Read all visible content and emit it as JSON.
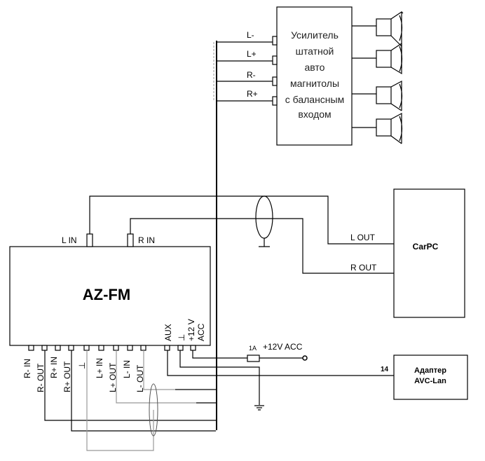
{
  "amplifier": {
    "lines": [
      "Усилитель",
      "штатной",
      "авто",
      "магнитолы",
      "с балансным",
      "входом"
    ],
    "inputs": [
      "L-",
      "L+",
      "R-",
      "R+"
    ]
  },
  "azfm": {
    "title": "AZ-FM",
    "top_pins": [
      "L IN",
      "R IN"
    ],
    "bottom_pins": [
      "R- IN",
      "R- OUT",
      "R+ IN",
      "R+ OUT",
      "⊥",
      "L+ IN",
      "L+ OUT",
      "L- IN",
      "L- OUT",
      "AUX",
      "⊥",
      "+12 V",
      "ACC"
    ]
  },
  "carpc": {
    "title": "CarPC",
    "outputs": [
      "L OUT",
      "R OUT"
    ]
  },
  "power": {
    "fuse": "1A",
    "label": "+12V ACC"
  },
  "adapter": {
    "wire_label": "14",
    "lines": [
      "Адаптер",
      "AVC-Lan"
    ]
  }
}
